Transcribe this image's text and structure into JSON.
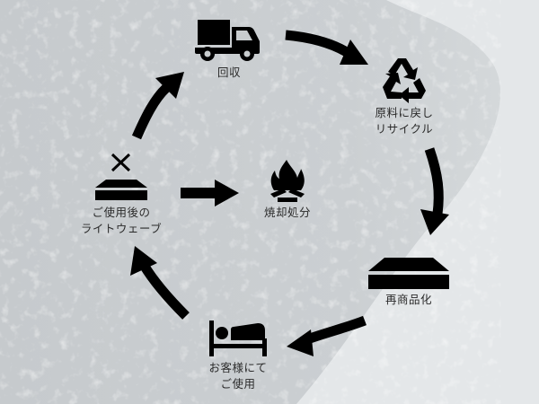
{
  "diagram": {
    "title": "ライトウェーブ リサイクルの流れ",
    "colors": {
      "icon": "#000000",
      "text": "#2a2a2a",
      "background": "#e3e6e8",
      "foam": "#c9cdd0"
    },
    "nodes": [
      {
        "id": "collect",
        "icon": "truck-icon",
        "label": "回収"
      },
      {
        "id": "recycle",
        "icon": "recycle-icon",
        "label": "原料に戻し\nリサイクル"
      },
      {
        "id": "resell",
        "icon": "mattress-icon",
        "label": "再商品化"
      },
      {
        "id": "customer_use",
        "icon": "bed-icon",
        "label": "お客様にて\nご使用"
      },
      {
        "id": "used",
        "icon": "mattress-crossed-icon",
        "label": "ご使用後の\nライトウェーブ"
      },
      {
        "id": "incinerate",
        "icon": "fire-icon",
        "label": "焼却処分"
      }
    ],
    "edges": [
      {
        "from": "collect",
        "to": "recycle"
      },
      {
        "from": "recycle",
        "to": "resell"
      },
      {
        "from": "resell",
        "to": "customer_use"
      },
      {
        "from": "customer_use",
        "to": "used"
      },
      {
        "from": "used",
        "to": "collect"
      },
      {
        "from": "used",
        "to": "incinerate"
      }
    ]
  }
}
